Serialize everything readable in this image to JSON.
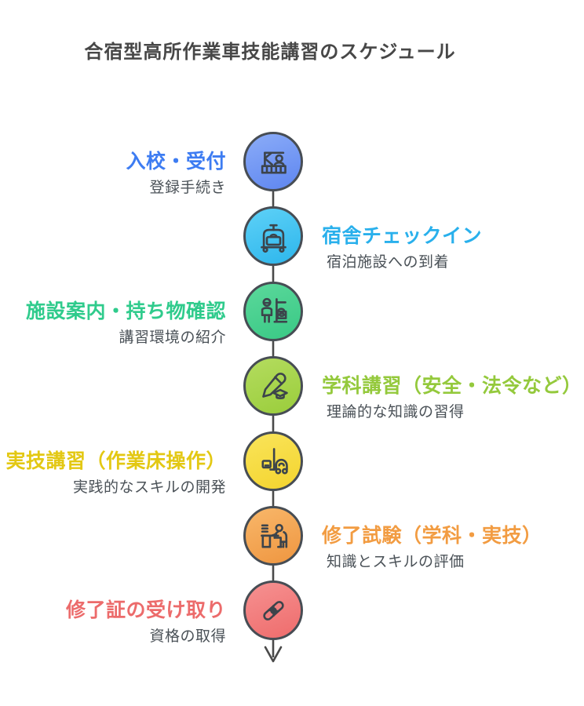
{
  "page": {
    "title": "合宿型高所作業車技能講習のスケジュール"
  },
  "colors": {
    "background": "#ffffff",
    "title_text": "#474747",
    "subtitle_text": "#4a5157",
    "timeline_line": "#4a4a4a",
    "circle_border": "#474d54",
    "icon_stroke": "#3c444b"
  },
  "timeline": {
    "direction": "top-to-bottom",
    "end_marker": "arrow-down-icon",
    "steps": [
      {
        "label": "入校・受付",
        "sublabel": "登録手続き",
        "side": "left",
        "icon": "reception-desk-icon",
        "label_color": "#3d7cf2",
        "circle_color_top": "#8bacf8",
        "circle_color_bottom": "#5e86f0"
      },
      {
        "label": "宿舎チェックイン",
        "sublabel": "宿泊施設への到着",
        "side": "right",
        "icon": "luggage-cart-icon",
        "label_color": "#29b0ec",
        "circle_color_top": "#5ed1f7",
        "circle_color_bottom": "#2db6ec"
      },
      {
        "label": "施設案内・持ち物確認",
        "sublabel": "講習環境の紹介",
        "side": "left",
        "icon": "facility-guide-icon",
        "label_color": "#2fcb8c",
        "circle_color_top": "#5bd89b",
        "circle_color_bottom": "#39c985"
      },
      {
        "label": "学科講習（安全・法令など）",
        "sublabel": "理論的な知識の習得",
        "side": "right",
        "icon": "pencil-graduation-icon",
        "label_color": "#94c93c",
        "circle_color_top": "#b4dc5f",
        "circle_color_bottom": "#9acd3b"
      },
      {
        "label": "実技講習（作業床操作）",
        "sublabel": "実践的なスキルの開発",
        "side": "left",
        "icon": "work-platform-vehicle-icon",
        "label_color": "#e3c813",
        "circle_color_top": "#f9e45a",
        "circle_color_bottom": "#f4d42e"
      },
      {
        "label": "修了試験（学科・実技）",
        "sublabel": "知識とスキルの評価",
        "side": "right",
        "icon": "exam-desk-icon",
        "label_color": "#f29c42",
        "circle_color_top": "#f8b76a",
        "circle_color_bottom": "#ef9640"
      },
      {
        "label": "修了証の受け取り",
        "sublabel": "資格の取得",
        "side": "left",
        "icon": "certificate-scroll-icon",
        "label_color": "#ec6b6b",
        "circle_color_top": "#f69191",
        "circle_color_bottom": "#ee6c6c"
      }
    ]
  }
}
